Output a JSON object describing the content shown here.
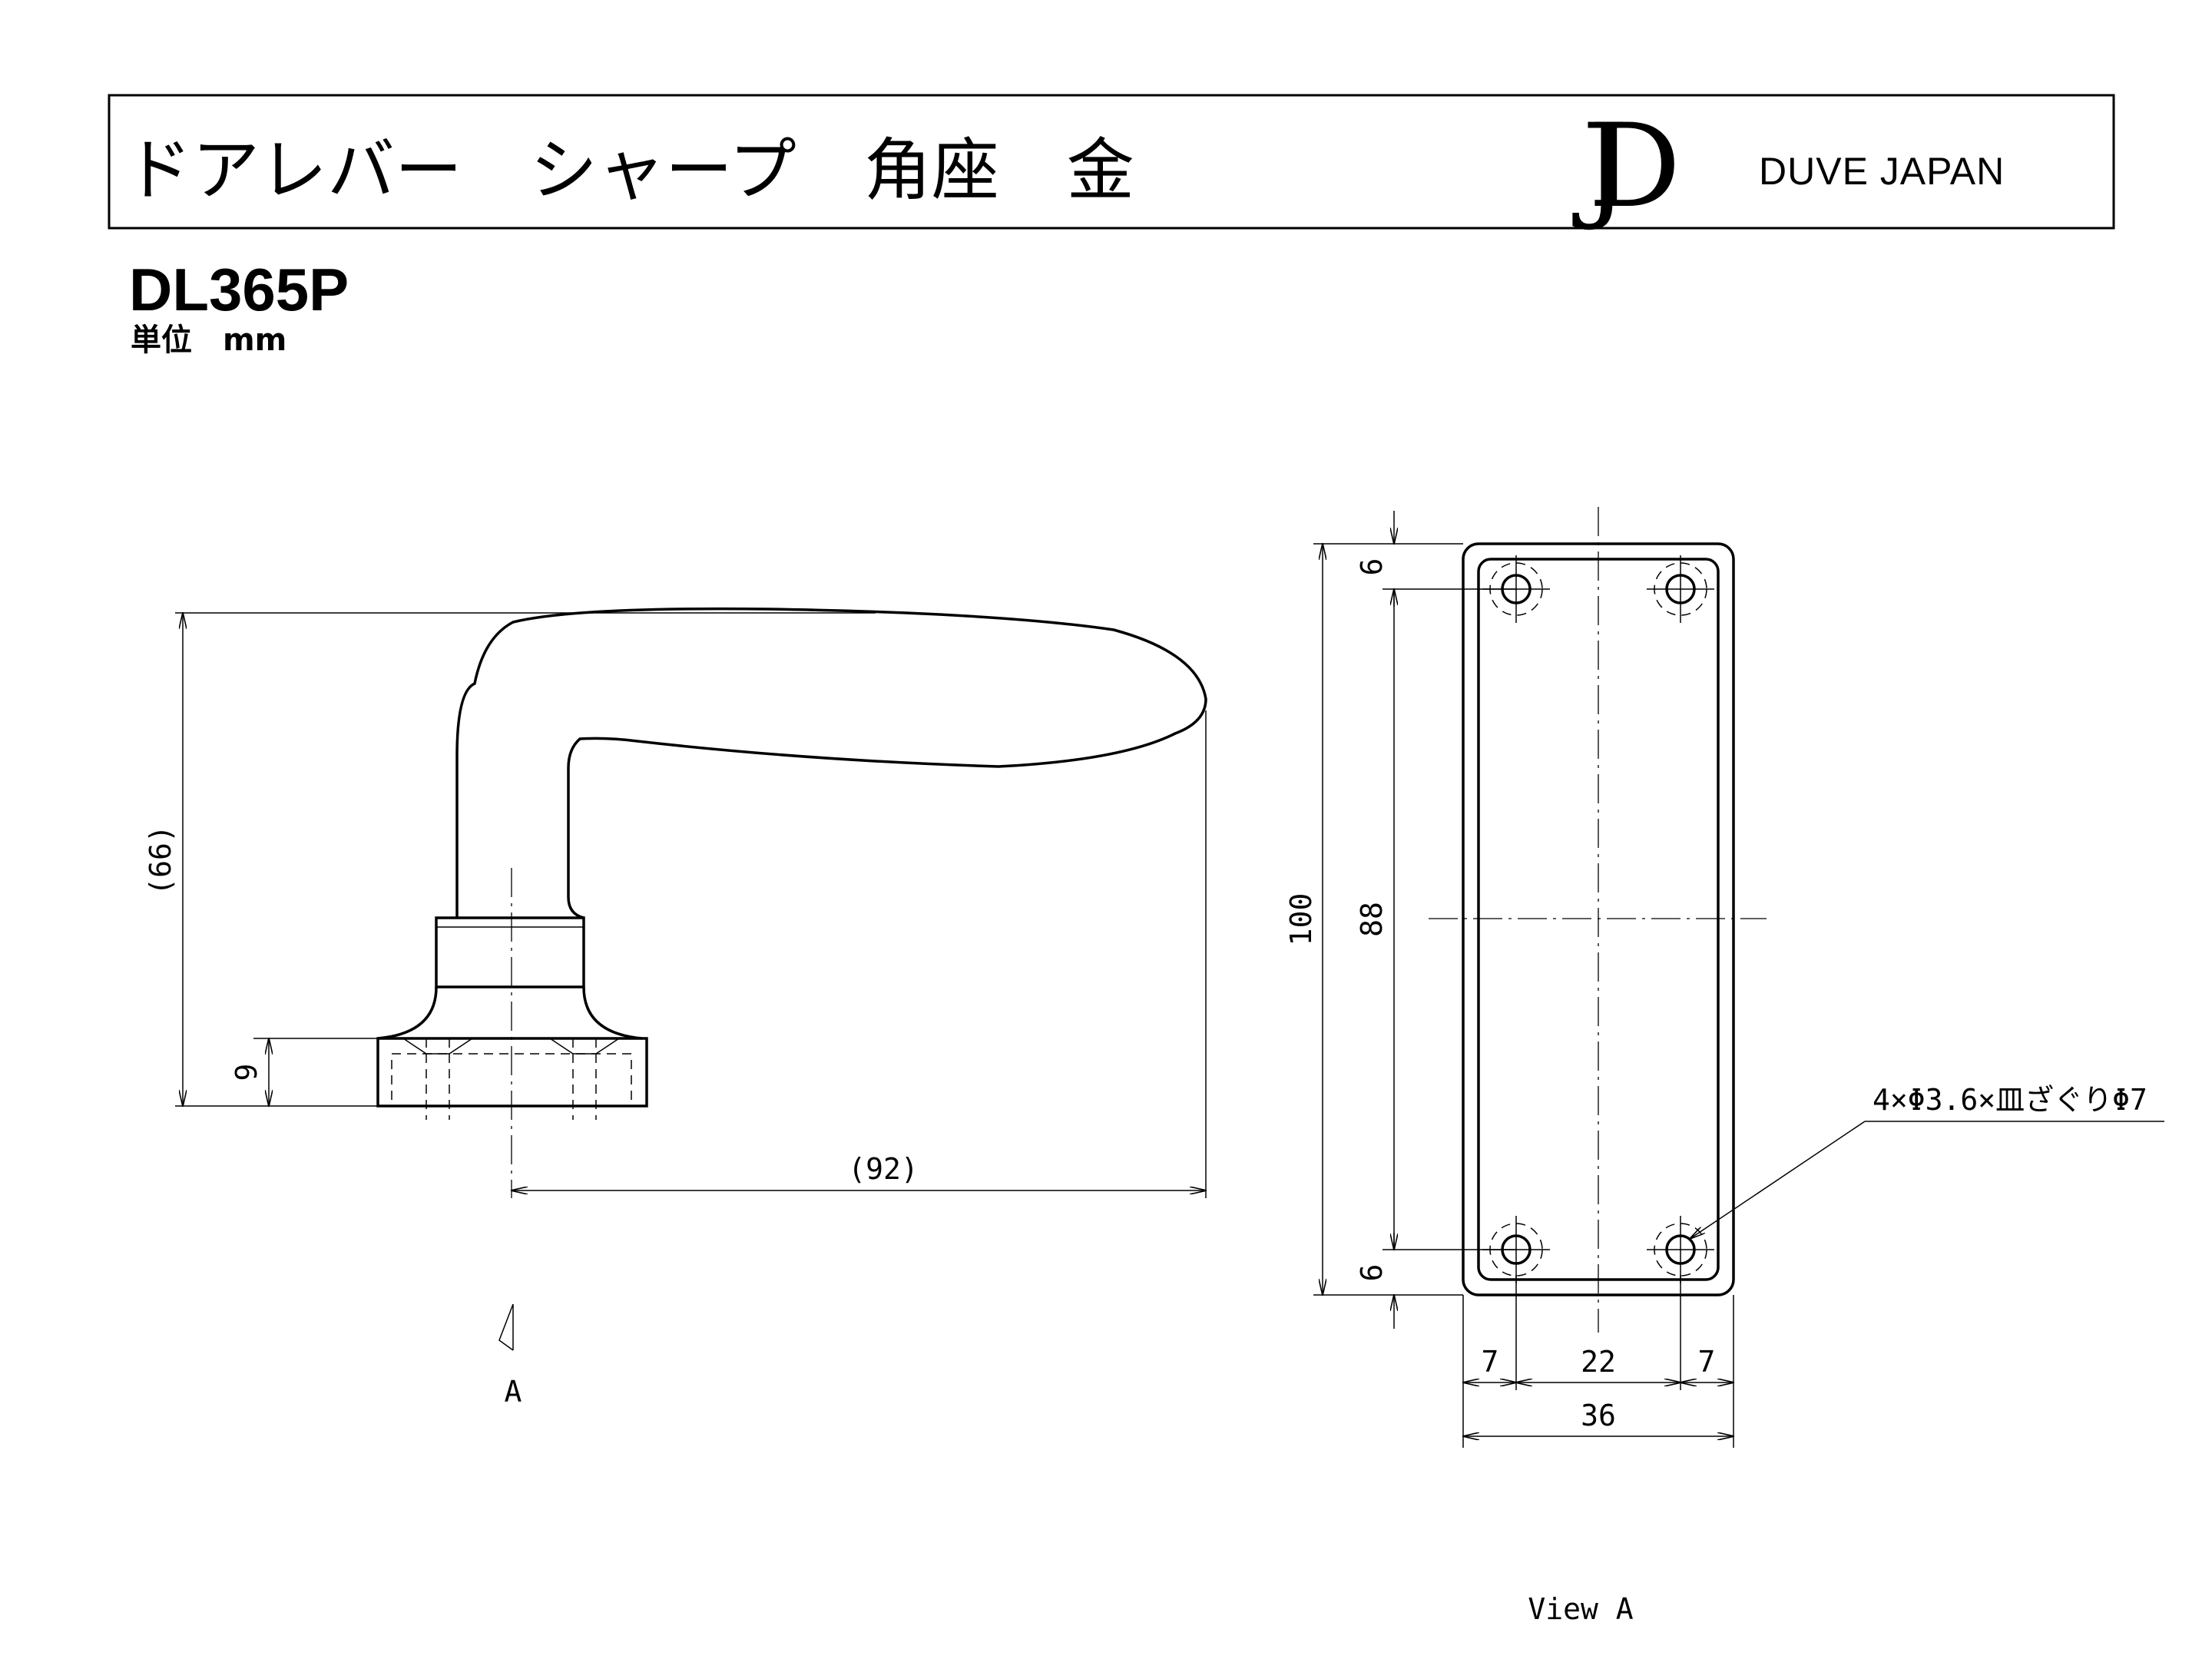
{
  "header": {
    "title": "ドアレバー　シャープ　角座　金",
    "brand_name": "DUVE JAPAN",
    "logo_letters": "JD"
  },
  "model": "DL365P",
  "unit_label": "単位　mm",
  "dimensions": {
    "lever_height": "(66)",
    "base_thickness": "9",
    "lever_length": "(92)",
    "plate_height": "100",
    "hole_pitch_vertical": "88",
    "top_edge_offset": "6",
    "bottom_edge_offset": "6",
    "left_edge_offset": "7",
    "hole_pitch_horizontal": "22",
    "right_edge_offset": "7",
    "plate_width": "36"
  },
  "hole_note": "4×Φ3.6×皿ざぐりΦ7",
  "view_marker": "A",
  "view_caption": "View A"
}
